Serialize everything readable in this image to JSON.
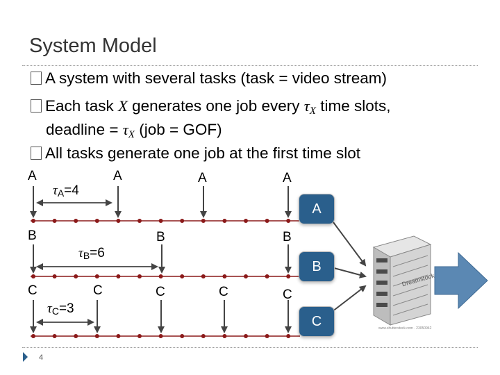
{
  "title": "System Model",
  "bullets": {
    "b1": "A system with several tasks (task = video stream)",
    "b2_pre": "Each task ",
    "b2_sym": "X",
    "b2_mid": " generates one job every ",
    "b2_tau": "τ",
    "b2_sub": "X",
    "b2_post": " time slots,",
    "b2_cont_pre": "deadline = ",
    "b2_cont_tau": "τ",
    "b2_cont_sub": "X",
    "b2_cont_post": " (job = GOF)",
    "b3": "All tasks generate one job at the first time slot"
  },
  "labels": {
    "a": "A",
    "b": "B",
    "c": "C"
  },
  "taus": {
    "a_sym": "τ",
    "a_sub": "A",
    "a_val": "=4",
    "b_sym": "τ",
    "b_sub": "B",
    "b_val": "=6",
    "c_sym": "τ",
    "c_sub": "C",
    "c_val": "=3"
  },
  "boxes": {
    "a": "A",
    "b": "B",
    "c": "C"
  },
  "server": {
    "brand": "Dreamstock",
    "watermark": "www.shutterstock.com · 23050942"
  },
  "slide_number": "4",
  "colors": {
    "accent": "#2a5f8c",
    "timeline": "#8b1a1a",
    "arrow": "#333333"
  }
}
